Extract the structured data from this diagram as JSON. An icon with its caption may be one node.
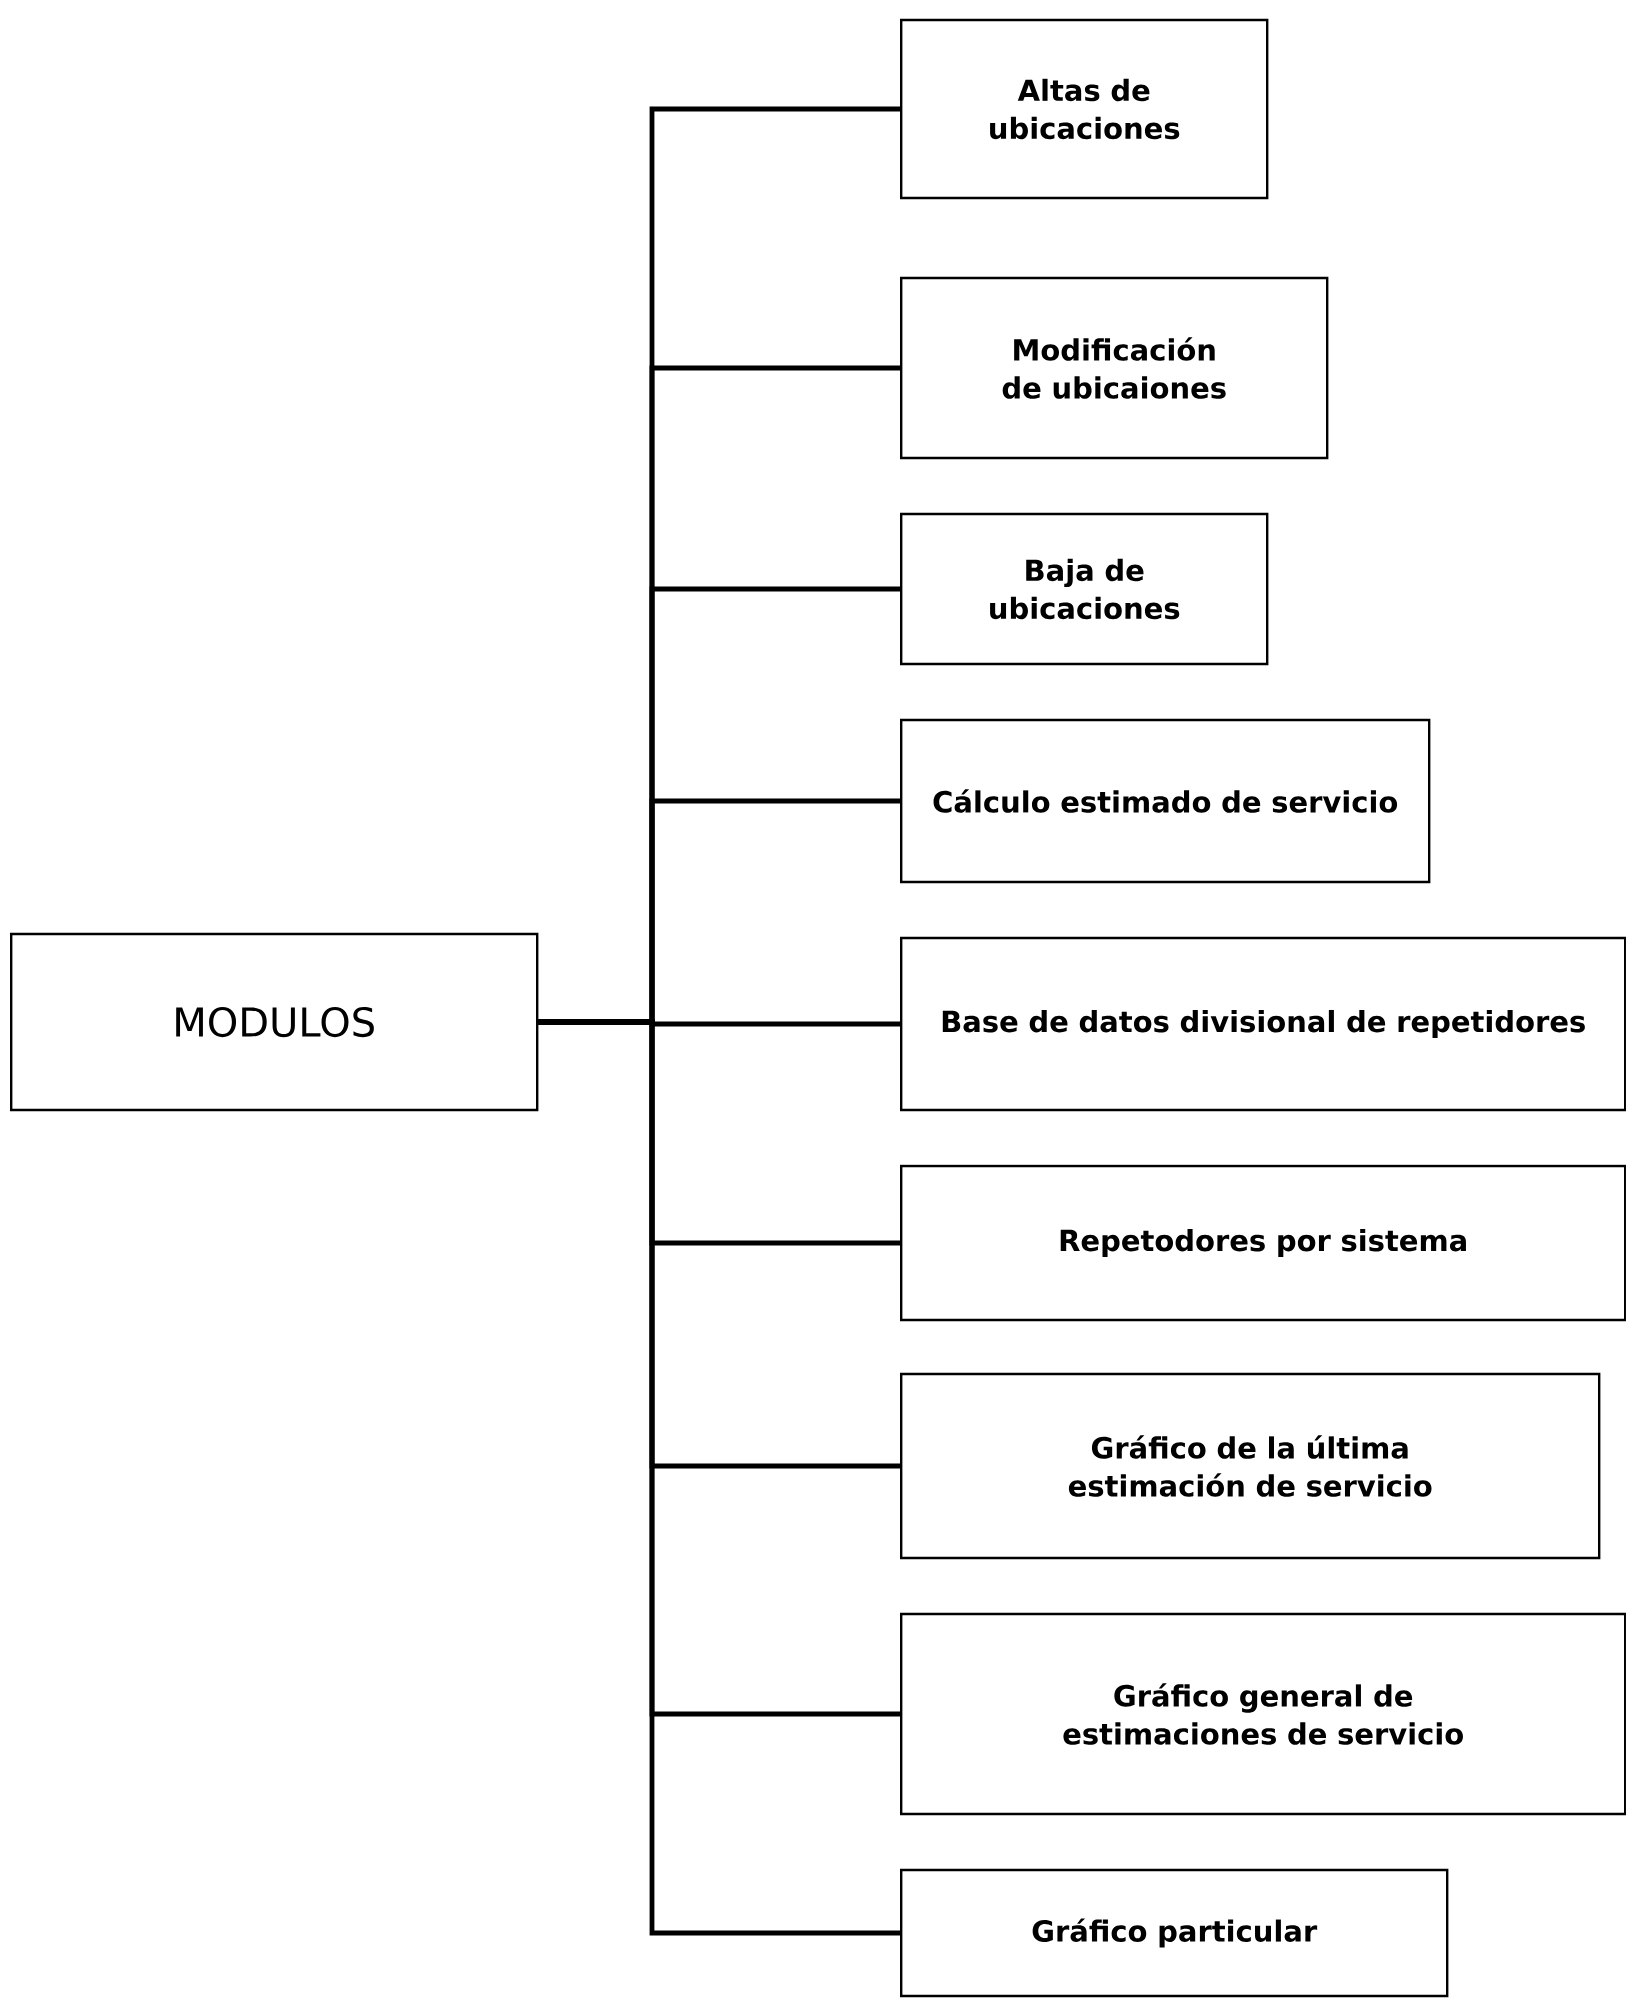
{
  "diagram": {
    "nodes": [
      {
        "text": [
          "MODULOS"
        ]
      },
      {
        "text": [
          "Altas de ubicaciones"
        ]
      },
      {
        "text": [
          "Modificación de ubicaiones"
        ]
      },
      {
        "text": [
          "Baja de ubicaciones"
        ]
      },
      {
        "text": [
          "Cálculo estimado de servicio"
        ]
      },
      {
        "text": [
          "Base de datos divisional de repetidores"
        ]
      },
      {
        "text": [
          "Repetodores por sistema"
        ]
      },
      {
        "text": [
          "Gráfico de la última estimación de servicio"
        ]
      },
      {
        "text": [
          "Gráfico general de estimaciones de servicio"
        ]
      },
      {
        "text": [
          "Gráfico particular"
        ]
      }
    ],
    "edges": [
      {
        "from": 0,
        "to": 1,
        "arrow": "none"
      },
      {
        "from": 0,
        "to": 2,
        "arrow": "none"
      },
      {
        "from": 0,
        "to": 3,
        "arrow": "none"
      },
      {
        "from": 0,
        "to": 4,
        "arrow": "none"
      },
      {
        "from": 0,
        "to": 5,
        "arrow": "none"
      },
      {
        "from": 0,
        "to": 6,
        "arrow": "none"
      },
      {
        "from": 0,
        "to": 7,
        "arrow": "none"
      },
      {
        "from": 0,
        "to": 8,
        "arrow": "none"
      },
      {
        "from": 0,
        "to": 9,
        "arrow": "none"
      }
    ]
  }
}
